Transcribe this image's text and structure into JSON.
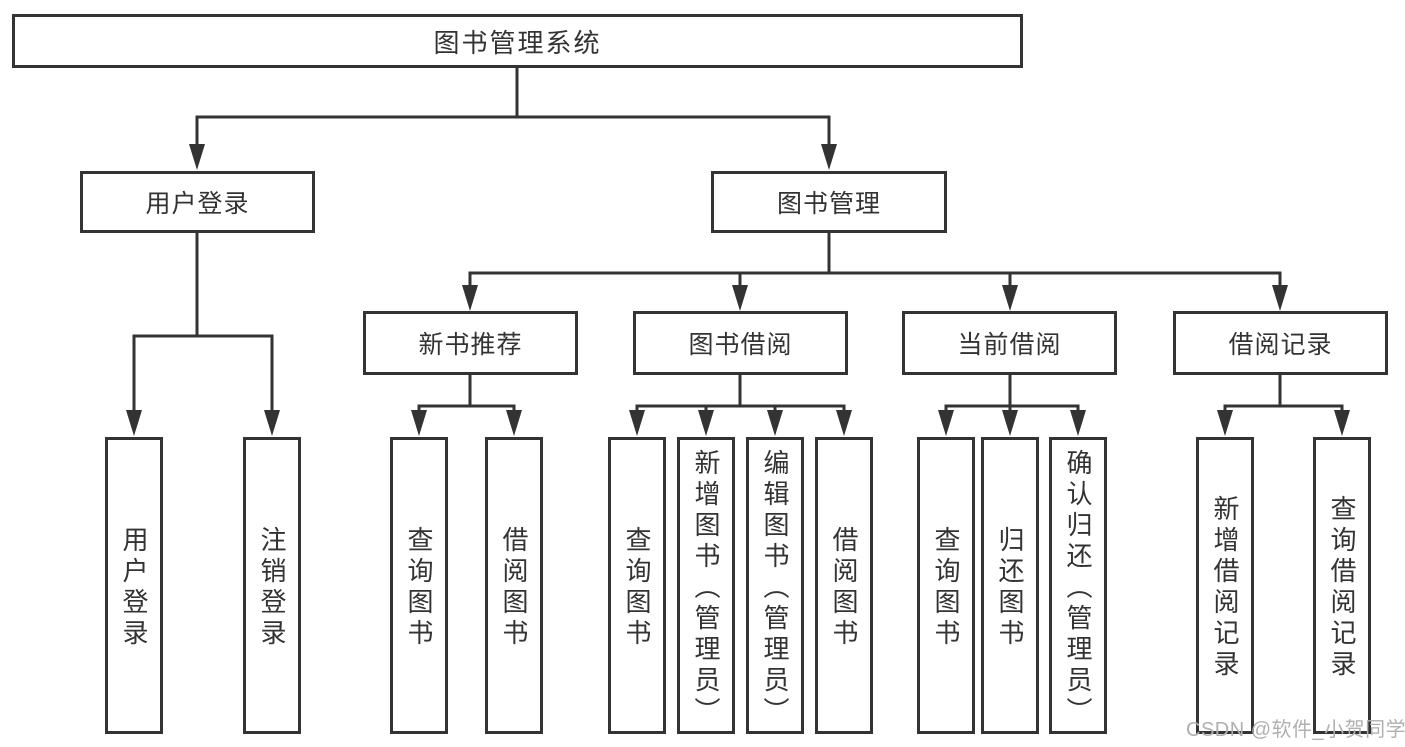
{
  "tree": {
    "root": "图书管理系统",
    "children": [
      {
        "label": "用户登录",
        "children": [
          {
            "label": "用户登录"
          },
          {
            "label": "注销登录"
          }
        ]
      },
      {
        "label": "图书管理",
        "children": [
          {
            "label": "新书推荐",
            "children": [
              {
                "label": "查询图书"
              },
              {
                "label": "借阅图书"
              }
            ]
          },
          {
            "label": "图书借阅",
            "children": [
              {
                "label": "查询图书"
              },
              {
                "label": "新增图书（管理员）"
              },
              {
                "label": "编辑图书（管理员）"
              },
              {
                "label": "借阅图书"
              }
            ]
          },
          {
            "label": "当前借阅",
            "children": [
              {
                "label": "查询图书"
              },
              {
                "label": "归还图书"
              },
              {
                "label": "确认归还（管理员）"
              }
            ]
          },
          {
            "label": "借阅记录",
            "children": [
              {
                "label": "新增借阅记录"
              },
              {
                "label": "查询借阅记录"
              }
            ]
          }
        ]
      }
    ]
  },
  "watermark": {
    "text": "CSDN @软件_小贺同学"
  },
  "colors": {
    "line": "#333333",
    "box_border": "#333333",
    "box_background": "#ffffff",
    "text": "#333333",
    "watermark": "#b0b0b0",
    "background": "#ffffff"
  }
}
